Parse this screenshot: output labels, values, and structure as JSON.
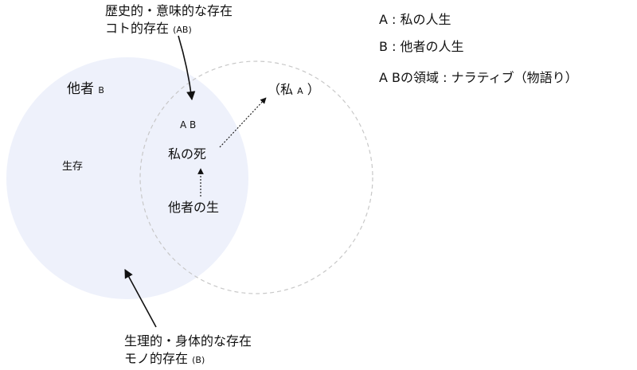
{
  "diagram": {
    "colors": {
      "circle_b_fill": "#eef1fb",
      "circle_a_stroke": "#c8c8c8",
      "arrow": "#111111",
      "text": "#111111"
    },
    "top_caption": {
      "line1": "歴史的・意味的な存在",
      "line2_main": "コト的存在",
      "line2_tag": "(AB)"
    },
    "bottom_caption": {
      "line1": "生理的・身体的な存在",
      "line2_main": "モノ的存在",
      "line2_tag": "(B)"
    },
    "legend": {
      "a": "A : 私の人生",
      "b": "B : 他者の人生",
      "ab": "A Bの領域 : ナラティブ（物語り）"
    },
    "circle_b": {
      "label_main": "他者",
      "label_tag": "B",
      "inner_label": "生存"
    },
    "circle_a": {
      "label_main": "（私",
      "label_tag": "A",
      "label_close": "）"
    },
    "overlap": {
      "region_label": "A B",
      "death_label": "私の死",
      "life_label": "他者の生"
    }
  }
}
